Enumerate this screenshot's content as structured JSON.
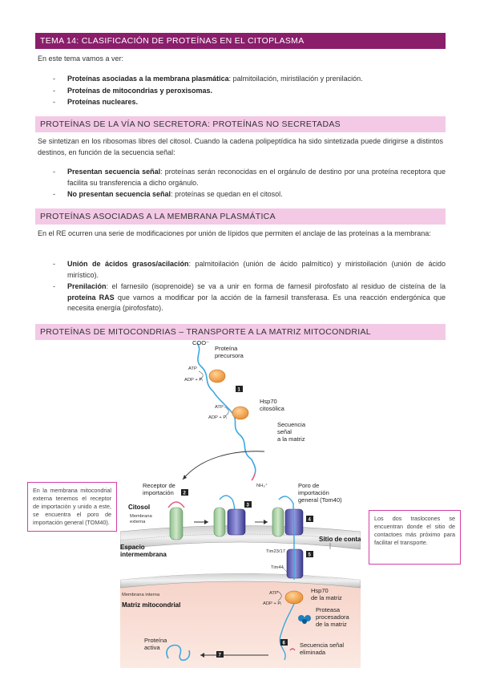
{
  "title": "TEMA 14: CLASIFICACIÓN DE PROTEÍNAS EN EL CITOPLASMA",
  "intro": "En este tema vamos a ver:",
  "intro_list": [
    {
      "bold": "Proteínas asociadas a la membrana plasmática",
      "rest": ": palmitoilación, miristilación y prenilación."
    },
    {
      "bold": "Proteínas de mitocondrias y peroxisomas.",
      "rest": ""
    },
    {
      "bold": "Proteínas nucleares.",
      "rest": ""
    }
  ],
  "section1": {
    "heading": "PROTEÍNAS DE LA VÍA NO SECRETORA: PROTEÍNAS NO SECRETADAS",
    "text": "Se sintetizan en los ribosomas libres del citosol. Cuando la cadena polipeptídica ha sido sintetizada puede dirigirse a distintos destinos, en función de la secuencia señal:",
    "list": [
      {
        "bold": "Presentan secuencia señal",
        "rest": ": proteínas serán reconocidas en el orgánulo de destino por una proteína receptora que facilita su transferencia a dicho orgánulo."
      },
      {
        "bold": "No presentan secuencia señal",
        "rest": ": proteínas se quedan en el citosol."
      }
    ]
  },
  "section2": {
    "heading": "PROTEÍNAS ASOCIADAS A LA MEMBRANA PLASMÁTICA",
    "text": "En el RE ocurren una serie de modificaciones por unión de lípidos que permiten el anclaje de las proteínas a la membrana:",
    "item1_bold": "Unión de ácidos grasos/acilación",
    "item1_rest": ": palmitoilación (unión de ácido palmítico) y miristoilación (unión de ácido mirístico).",
    "item2_bold": "Prenilación",
    "item2_rest_a": ": el farnesilo (isoprenoide) se va a unir en forma de farnesil pirofosfato al residuo de cisteína de la ",
    "item2_bold2": "proteína RAS",
    "item2_rest_b": " que vamos a modificar por la acción de la farnesil transferasa. Es una reacción endergónica que necesita energía (pirofosfato)."
  },
  "section3": {
    "heading": "PROTEÍNAS DE MITOCONDRIAS – TRANSPORTE A LA MATRIZ MITOCONDRIAL"
  },
  "note_left": "En la membrana mitocondrial externa tenemos el receptor de importación y unido a este, se encuentra el poro de importación general (TOM40).",
  "note_right": "Los dos traslocones se encuentran donde el sitio de contactoes más próximo para facilitar el transporte.",
  "figure": {
    "coo": "COO⁻",
    "precursor": [
      "Proteína",
      "precursora"
    ],
    "atp1": "ATP",
    "adp1": "ADP + Pᵢ",
    "hsp70c": [
      "Hsp70",
      "citosólica"
    ],
    "atp2": "ATP",
    "adp2": "ADP + Pᵢ",
    "signal": [
      "Secuencia",
      "señal",
      "a la matriz"
    ],
    "nh3": "NH₃⁺",
    "receptor": [
      "Receptor de",
      "importación"
    ],
    "cytosol": "Citosol",
    "outer": [
      "Membrana",
      "externa"
    ],
    "pore": [
      "Poro de",
      "importación",
      "general (Tom40)"
    ],
    "tim2317": "Tim23/17",
    "tim44": "Tim44",
    "contact": "Sitio de contacto",
    "space": [
      "Espacio",
      "intermembrana"
    ],
    "atp3": "ATP",
    "adp3": "ADP + Pᵢ",
    "hsp70m": [
      "Hsp70",
      "de la matriz"
    ],
    "inner": "Membrana interna",
    "matrix": "Matriz mitocondrial",
    "protease": [
      "Proteasa",
      "procesadora",
      "de la matriz"
    ],
    "active": [
      "Proteína",
      "activa"
    ],
    "cleaved": [
      "Secuencia señal",
      "eliminada"
    ],
    "steps": [
      "1",
      "2",
      "3",
      "4",
      "5",
      "6",
      "7"
    ]
  }
}
